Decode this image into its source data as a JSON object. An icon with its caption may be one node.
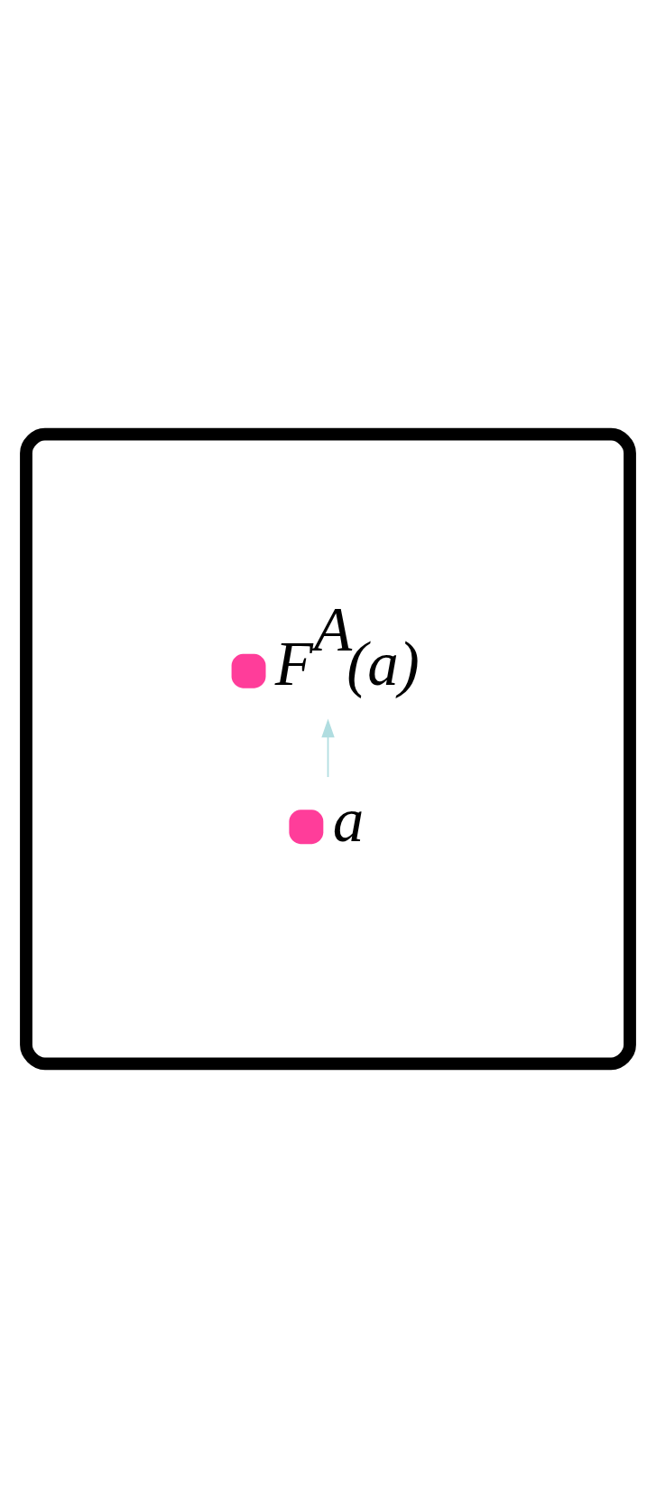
{
  "diagram": {
    "nodes": [
      {
        "text": [],
        "shape": "box"
      },
      {
        "text": [
          "F$^{A}$(a)"
        ],
        "in": 0
      },
      {
        "text": [
          "a"
        ],
        "in": 0
      }
    ],
    "edges": [
      {
        "from": 2,
        "to": 1,
        "arrow": "to",
        "color": "#b0dde0"
      }
    ]
  }
}
